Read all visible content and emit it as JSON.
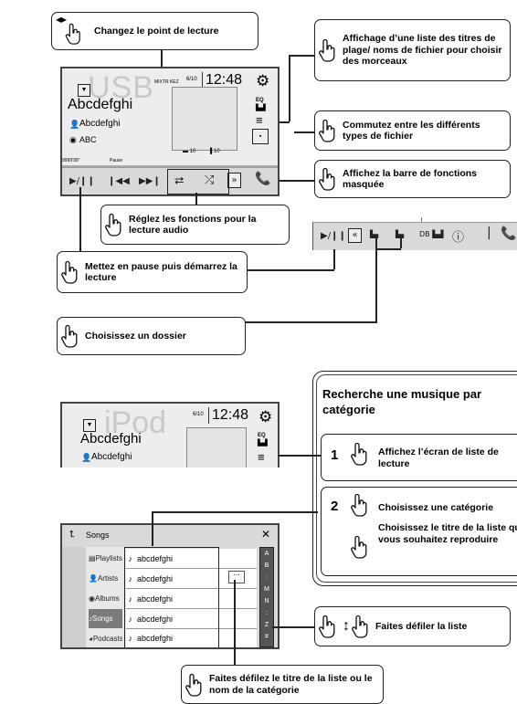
{
  "callouts": {
    "seek": "Changez le point de lecture",
    "track_list": "Affichage d’une liste des titres de plage/ noms de fichier pour choisir des morceaux",
    "file_type": "Commutez entre les différents types de fichier",
    "hidden_bar": "Affichez la barre de fonctions masquée",
    "audio_functions": "Réglez les fonctions pour la lecture audio",
    "pause_play": "Mettez en pause puis démarrez la lecture",
    "folder": "Choisissez un dossier",
    "scroll_list": "Faites défiler la liste",
    "scroll_title": "Faites défilez le titre de la liste ou le nom de la catégorie"
  },
  "search_panel": {
    "title": "Recherche une musique par catégorie",
    "step1_num": "1",
    "step1_text": "Affichez l’écran de liste de lecture",
    "step2_num": "2",
    "step2_text_a": "Choisissez une catégorie",
    "step2_text_b": "Choisissez le titre de la liste que vous souhaitez reproduire"
  },
  "usb_screen": {
    "source": "USB",
    "flags": "MIXTR KEZ",
    "track_counter": "6/10",
    "time": "12:48",
    "eq": "EQ",
    "title": "Abcdefghi",
    "artist": "Abcdefghi",
    "album": "ABC",
    "elapsed": "9999'99\"",
    "status": "Pause",
    "folder_a": "10",
    "folder_b": "10"
  },
  "hidden_bar": {
    "db_label": "DB"
  },
  "ipod_screen": {
    "source": "iPod",
    "track_counter": "6/10",
    "time": "12:48",
    "eq": "EQ",
    "title": "Abcdefghi",
    "artist": "Abcdefghi"
  },
  "list_screen": {
    "header": "Songs",
    "categories": [
      "Playlists",
      "Artists",
      "Albums",
      "Songs",
      "Podcasts"
    ],
    "items": [
      "abcdefghi",
      "abcdefghi",
      "abcdefghi",
      "abcdefghi",
      "abcdefghi"
    ],
    "alpha_index": [
      "A",
      "B",
      ":",
      "M",
      "N",
      ":",
      "Z",
      "#"
    ]
  }
}
